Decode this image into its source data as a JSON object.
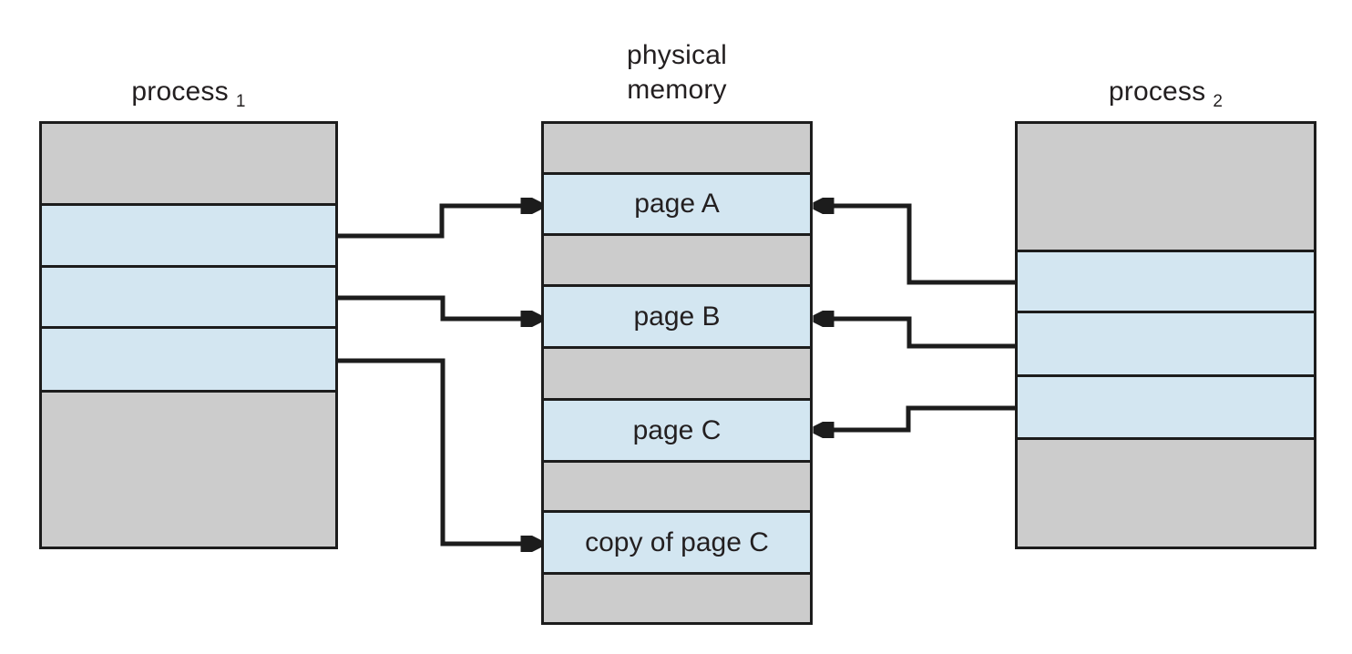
{
  "titles": {
    "left": {
      "label": "process",
      "sub": "1"
    },
    "center": {
      "line1": "physical",
      "line2": "memory"
    },
    "right": {
      "label": "process",
      "sub": "2"
    }
  },
  "memory": {
    "pages": [
      "page A",
      "page B",
      "page C",
      "copy of page C"
    ]
  },
  "arrows": [
    "process1-to-page-a",
    "process1-to-page-b",
    "process1-to-copy-of-page-c",
    "process2-to-page-a",
    "process2-to-page-b",
    "process2-to-page-c"
  ],
  "colors": {
    "segment_gray": "#cccccc",
    "segment_blue": "#d3e6f1",
    "line": "#1c1c1c",
    "background": "#ffffff",
    "text": "#231f20"
  }
}
